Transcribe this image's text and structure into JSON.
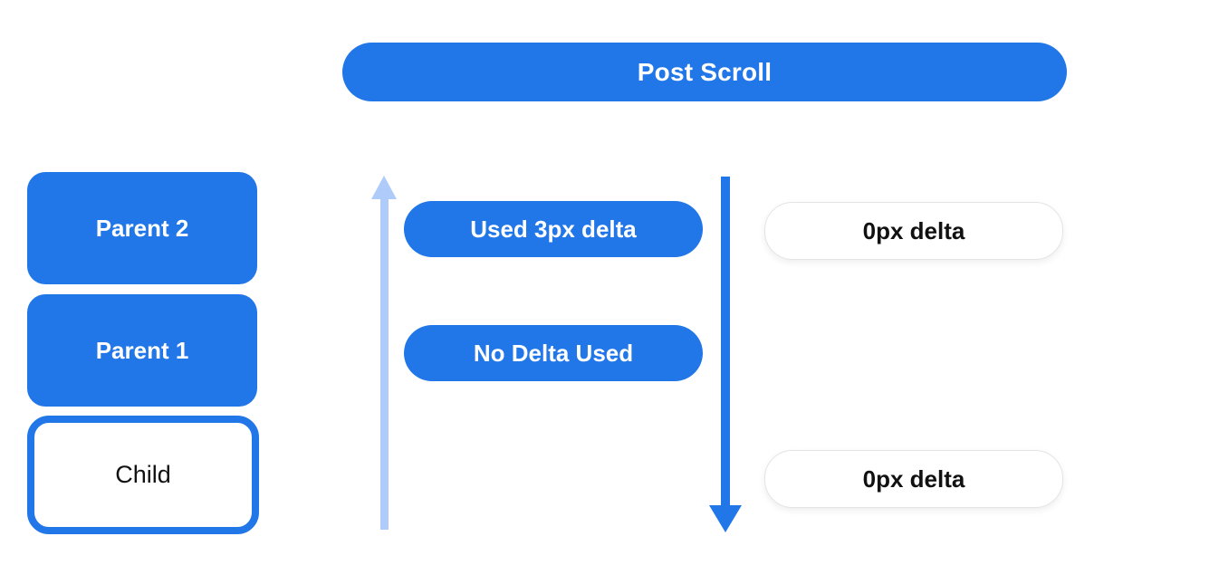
{
  "header": {
    "label": "Post Scroll"
  },
  "stack": {
    "items": [
      {
        "label": "Parent 2",
        "variant": "filled"
      },
      {
        "label": "Parent 1",
        "variant": "filled"
      },
      {
        "label": "Child",
        "variant": "outlined"
      }
    ]
  },
  "annotations": {
    "used_delta": "Used 3px delta",
    "no_delta": "No Delta Used",
    "zero_delta_top": "0px delta",
    "zero_delta_bottom": "0px delta"
  },
  "icons": {
    "up_arrow": "scroll-up-arrow",
    "down_arrow": "scroll-down-arrow"
  },
  "colors": {
    "primary_blue": "#2176e8",
    "light_blue": "#aecbfa",
    "pill_background": "#ffffff",
    "text_on_blue": "#ffffff",
    "text_dark": "#111111"
  }
}
